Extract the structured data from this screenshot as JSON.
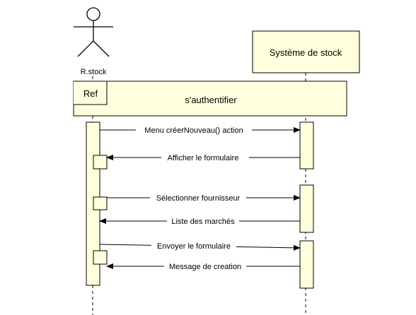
{
  "actor": {
    "name": "R.stock"
  },
  "system": {
    "name": "Système de stock"
  },
  "ref_fragment": {
    "tag": "Ref",
    "label": "s'authentifier"
  },
  "messages": [
    {
      "label": "Menu créerNouveau() action",
      "direction": "to-system"
    },
    {
      "label": "Afficher le formulaire",
      "direction": "to-actor"
    },
    {
      "label": "Sélectionner fournisseur",
      "direction": "to-system"
    },
    {
      "label": "Liste des marchés",
      "direction": "to-actor"
    },
    {
      "label": "Envoyer le formulaire",
      "direction": "to-system"
    },
    {
      "label": "Message de creation",
      "direction": "to-actor"
    }
  ],
  "colors": {
    "box_fill": "#ffffdd",
    "stroke": "#000000",
    "lifeline": "#000000"
  }
}
